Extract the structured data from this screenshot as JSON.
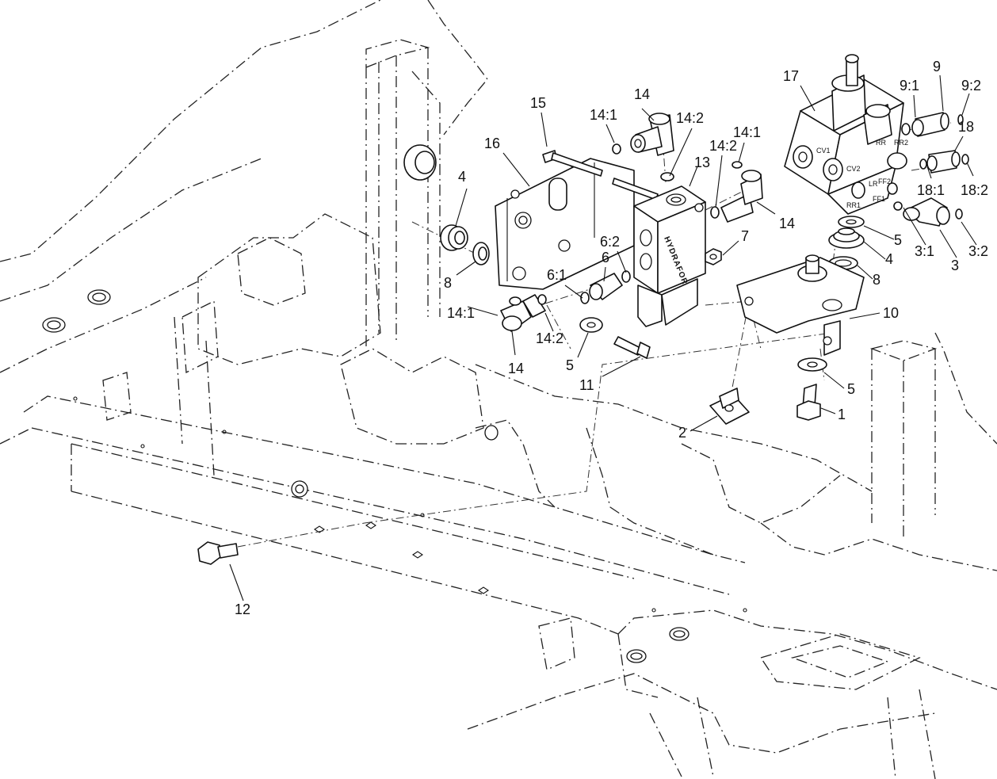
{
  "diagram": {
    "callouts": [
      {
        "id": "c17",
        "text": "17"
      },
      {
        "id": "c9",
        "text": "9"
      },
      {
        "id": "c9_1",
        "text": "9:1"
      },
      {
        "id": "c9_2",
        "text": "9:2"
      },
      {
        "id": "c18",
        "text": "18"
      },
      {
        "id": "c18_1",
        "text": "18:1"
      },
      {
        "id": "c18_2",
        "text": "18:2"
      },
      {
        "id": "c15",
        "text": "15"
      },
      {
        "id": "c14a",
        "text": "14"
      },
      {
        "id": "c14_1a",
        "text": "14:1"
      },
      {
        "id": "c14_2a",
        "text": "14:2"
      },
      {
        "id": "c14_1b",
        "text": "14:1"
      },
      {
        "id": "c14_2b",
        "text": "14:2"
      },
      {
        "id": "c16",
        "text": "16"
      },
      {
        "id": "c13",
        "text": "13"
      },
      {
        "id": "c14b",
        "text": "14"
      },
      {
        "id": "c4a",
        "text": "4"
      },
      {
        "id": "c7",
        "text": "7"
      },
      {
        "id": "c6_2",
        "text": "6:2"
      },
      {
        "id": "c6",
        "text": "6"
      },
      {
        "id": "c8a",
        "text": "8"
      },
      {
        "id": "c6_1",
        "text": "6:1"
      },
      {
        "id": "c14_1c",
        "text": "14:1"
      },
      {
        "id": "c14_2c",
        "text": "14:2"
      },
      {
        "id": "c14c",
        "text": "14"
      },
      {
        "id": "c5a",
        "text": "5"
      },
      {
        "id": "c11",
        "text": "11"
      },
      {
        "id": "c5b",
        "text": "5"
      },
      {
        "id": "c4b",
        "text": "4"
      },
      {
        "id": "c8b",
        "text": "8"
      },
      {
        "id": "c3_1",
        "text": "3:1"
      },
      {
        "id": "c3",
        "text": "3"
      },
      {
        "id": "c3_2",
        "text": "3:2"
      },
      {
        "id": "c10",
        "text": "10"
      },
      {
        "id": "c5c",
        "text": "5"
      },
      {
        "id": "c1",
        "text": "1"
      },
      {
        "id": "c2",
        "text": "2"
      },
      {
        "id": "c12",
        "text": "12"
      }
    ],
    "valve_port_labels": {
      "cv1": "CV1",
      "cv2": "CV2",
      "rr": "RR",
      "rr2": "RR2",
      "lr": "LR",
      "ff2": "FF2",
      "rr1": "RR1",
      "ff1": "FF1"
    },
    "manifold_brand": "HYDRAFORCE"
  }
}
